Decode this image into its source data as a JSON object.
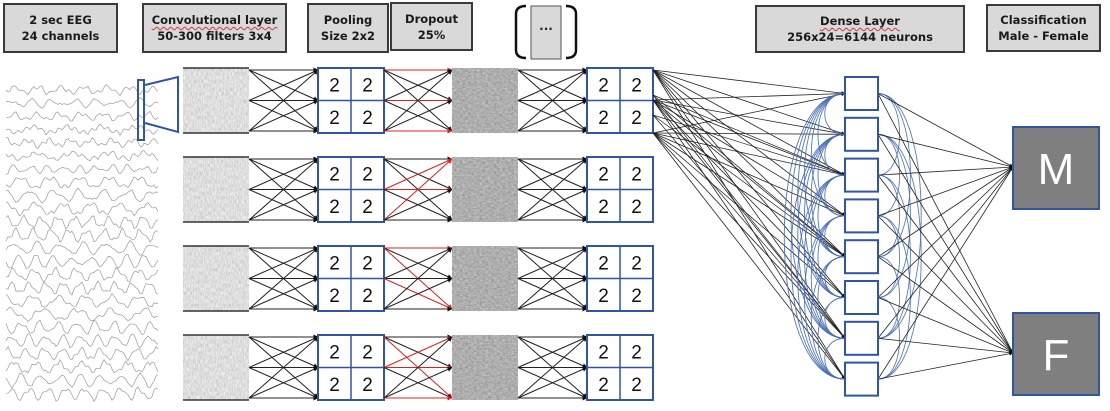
{
  "headers": {
    "input": {
      "line1": "2 sec EEG",
      "line2": "24 channels"
    },
    "conv": {
      "line1": "Convolutional layer",
      "line2": "50-300 filters 3x4"
    },
    "pooling": {
      "line1": "Pooling",
      "line2": "Size 2x2"
    },
    "dropout": {
      "line1": "Dropout",
      "line2": "25%"
    },
    "ellipsis": {
      "label": "..."
    },
    "dense": {
      "line1": "Dense Layer",
      "line2": "256x24=6144 neurons"
    },
    "classification": {
      "line1": "Classification",
      "line2": "Male - Female"
    }
  },
  "network": {
    "input": {
      "channels": 24,
      "duration_sec": 2
    },
    "conv_feature_maps_shown": 4,
    "pool_cell_value": "2",
    "pool_grid": [
      [
        "2",
        "2"
      ],
      [
        "2",
        "2"
      ]
    ],
    "dropout_rate": 0.25,
    "dense_neurons_shown": 8,
    "outputs": [
      {
        "id": "male",
        "label": "M"
      },
      {
        "id": "female",
        "label": "F"
      }
    ]
  },
  "colors": {
    "box_border": "#2f55a4",
    "header_fill": "#d9d9d9",
    "output_fill": "#7f7f7f",
    "dropout_arrow": "#e02020",
    "connection": "#222222",
    "recurrent_arc": "#4a6fb5",
    "eeg_trace": "#9a9a9a"
  }
}
